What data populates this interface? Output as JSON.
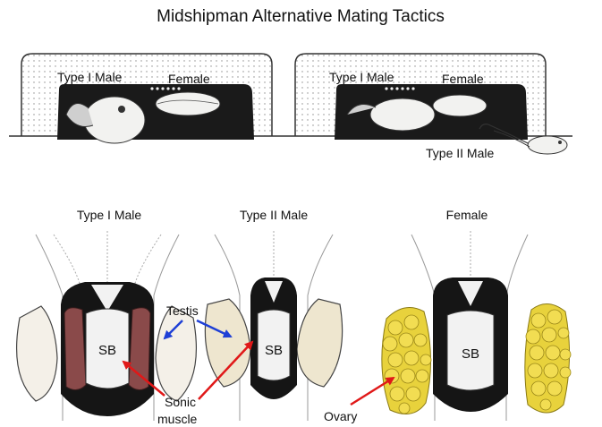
{
  "title": "Midshipman Alternative Mating Tactics",
  "nest_scenes": [
    {
      "labels": {
        "type1": "Type I Male",
        "female": "Female"
      }
    },
    {
      "labels": {
        "type1": "Type I Male",
        "female": "Female",
        "type2": "Type II Male"
      }
    }
  ],
  "anatomy": {
    "panels": [
      {
        "heading": "Type I Male",
        "organ": "SB"
      },
      {
        "heading": "Type II Male",
        "organ": "SB"
      },
      {
        "heading": "Female",
        "organ": "SB"
      }
    ],
    "callouts": {
      "testis": "Testis",
      "sonic_muscle_line1": "Sonic",
      "sonic_muscle_line2": "muscle",
      "ovary": "Ovary"
    }
  },
  "colors": {
    "sonic_muscle": "#8a4a4a",
    "ovary": "#e8d23c",
    "testis_arrow": "#1e3fd6",
    "muscle_arrow": "#e01818",
    "nest_dark": "#1a1a1a",
    "fish_body": "#f2f2f0"
  }
}
